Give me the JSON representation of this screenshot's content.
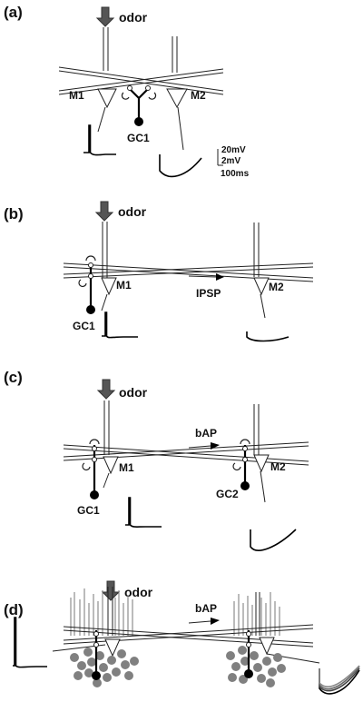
{
  "panels": {
    "a": {
      "label": "(a)",
      "odor": "odor",
      "m1": "M1",
      "m2": "M2",
      "gc1": "GC1"
    },
    "b": {
      "label": "(b)",
      "odor": "odor",
      "m1": "M1",
      "m2": "M2",
      "gc1": "GC1",
      "ipsp": "IPSP"
    },
    "c": {
      "label": "(c)",
      "odor": "odor",
      "m1": "M1",
      "m2": "M2",
      "gc1": "GC1",
      "gc2": "GC2",
      "bap": "bAP"
    },
    "d": {
      "label": "(d)",
      "odor": "odor",
      "bap": "bAP"
    }
  },
  "scale": {
    "v1": "20mV",
    "v2": "2mV",
    "t": "100ms"
  }
}
